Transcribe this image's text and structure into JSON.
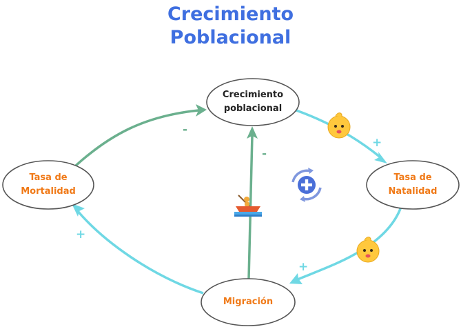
{
  "title": {
    "line1": "Crecimiento",
    "line2": "Poblacional"
  },
  "nodes": {
    "growth": {
      "line1": "Crecimiento",
      "line2": "poblacional"
    },
    "mortality": {
      "line1": "Tasa de",
      "line2": "Mortalidad"
    },
    "natality": {
      "line1": "Tasa de",
      "line2": "Natalidad"
    },
    "migration": {
      "label": "Migración"
    }
  },
  "signs": {
    "mortality_to_growth": "-",
    "migration_to_growth": "-",
    "growth_to_natality": "+",
    "natality_to_migration": "+",
    "migration_to_mortality": "+"
  },
  "icons": {
    "loop": "reinforcing-loop-icon",
    "baby_top": "baby-icon",
    "baby_bottom": "baby-icon",
    "boat": "rowboat-icon"
  },
  "colors": {
    "title": "#3f6fe0",
    "green_link": "#6bb08e",
    "cyan_link": "#6fd8e4",
    "orange_text": "#f07a18",
    "loop_icon": "#4a6fd8"
  }
}
